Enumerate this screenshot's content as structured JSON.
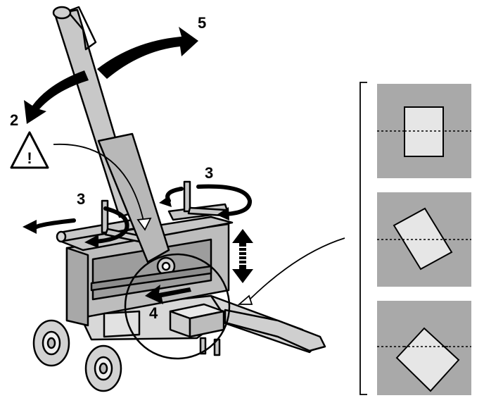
{
  "labels": {
    "step_2": "2",
    "step_3_left": "3",
    "step_3_right": "3",
    "step_4": "4",
    "step_5": "5"
  },
  "warning": {
    "glyph": "!",
    "icon": "warning-triangle-icon"
  },
  "colors": {
    "ink": "#000000",
    "machine_gray": "#c8c8c8",
    "panel_gray": "#a9a9a9",
    "tile_fill": "#e6e6e6",
    "background": "#ffffff"
  }
}
